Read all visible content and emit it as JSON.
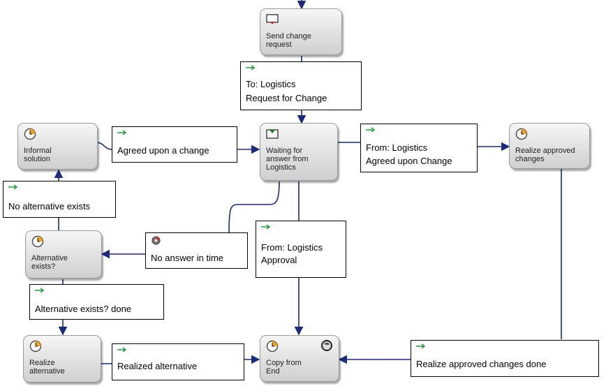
{
  "colors": {
    "connector": "#1a2a80",
    "event_arrow": "#22a03a",
    "clock_accent": "#f0a020"
  },
  "nodes": {
    "send_change_request": {
      "label": "Send change request",
      "icon": "message-send-icon"
    },
    "waiting_for_answer": {
      "label": "Waiting for answer from Logistics",
      "icon": "message-receive-icon"
    },
    "informal_solution": {
      "label": "Informal solution",
      "icon": "clock-icon"
    },
    "realize_approved": {
      "label": "Realize approved changes",
      "icon": "clock-icon"
    },
    "alternative_exists": {
      "label": "Alternative exists?",
      "icon": "clock-icon"
    },
    "realize_alternative": {
      "label": "Realize alternative",
      "icon": "clock-icon"
    },
    "copy_from_end": {
      "label": "Copy from End",
      "icon": "clock-icon",
      "badge": "end-globe-icon"
    }
  },
  "notes": {
    "to_logistics": {
      "line1": "To: Logistics",
      "line2": "Request for Change"
    },
    "agreed_change": {
      "line1": "Agreed upon a change"
    },
    "from_logistics_agreed": {
      "line1": "From: Logistics",
      "line2": "Agreed upon Change"
    },
    "no_alternative": {
      "line1": "No alternative exists"
    },
    "no_answer": {
      "line1": "No answer in time",
      "icon": "timer-globe-icon"
    },
    "from_logistics_approval": {
      "line1": "From: Logistics",
      "line2": "Approval"
    },
    "alt_exists_done": {
      "line1": "Alternative exists? done"
    },
    "realized_alternative": {
      "line1": "Realized alternative"
    },
    "realize_approved_done": {
      "line1": "Realize approved changes done"
    }
  }
}
